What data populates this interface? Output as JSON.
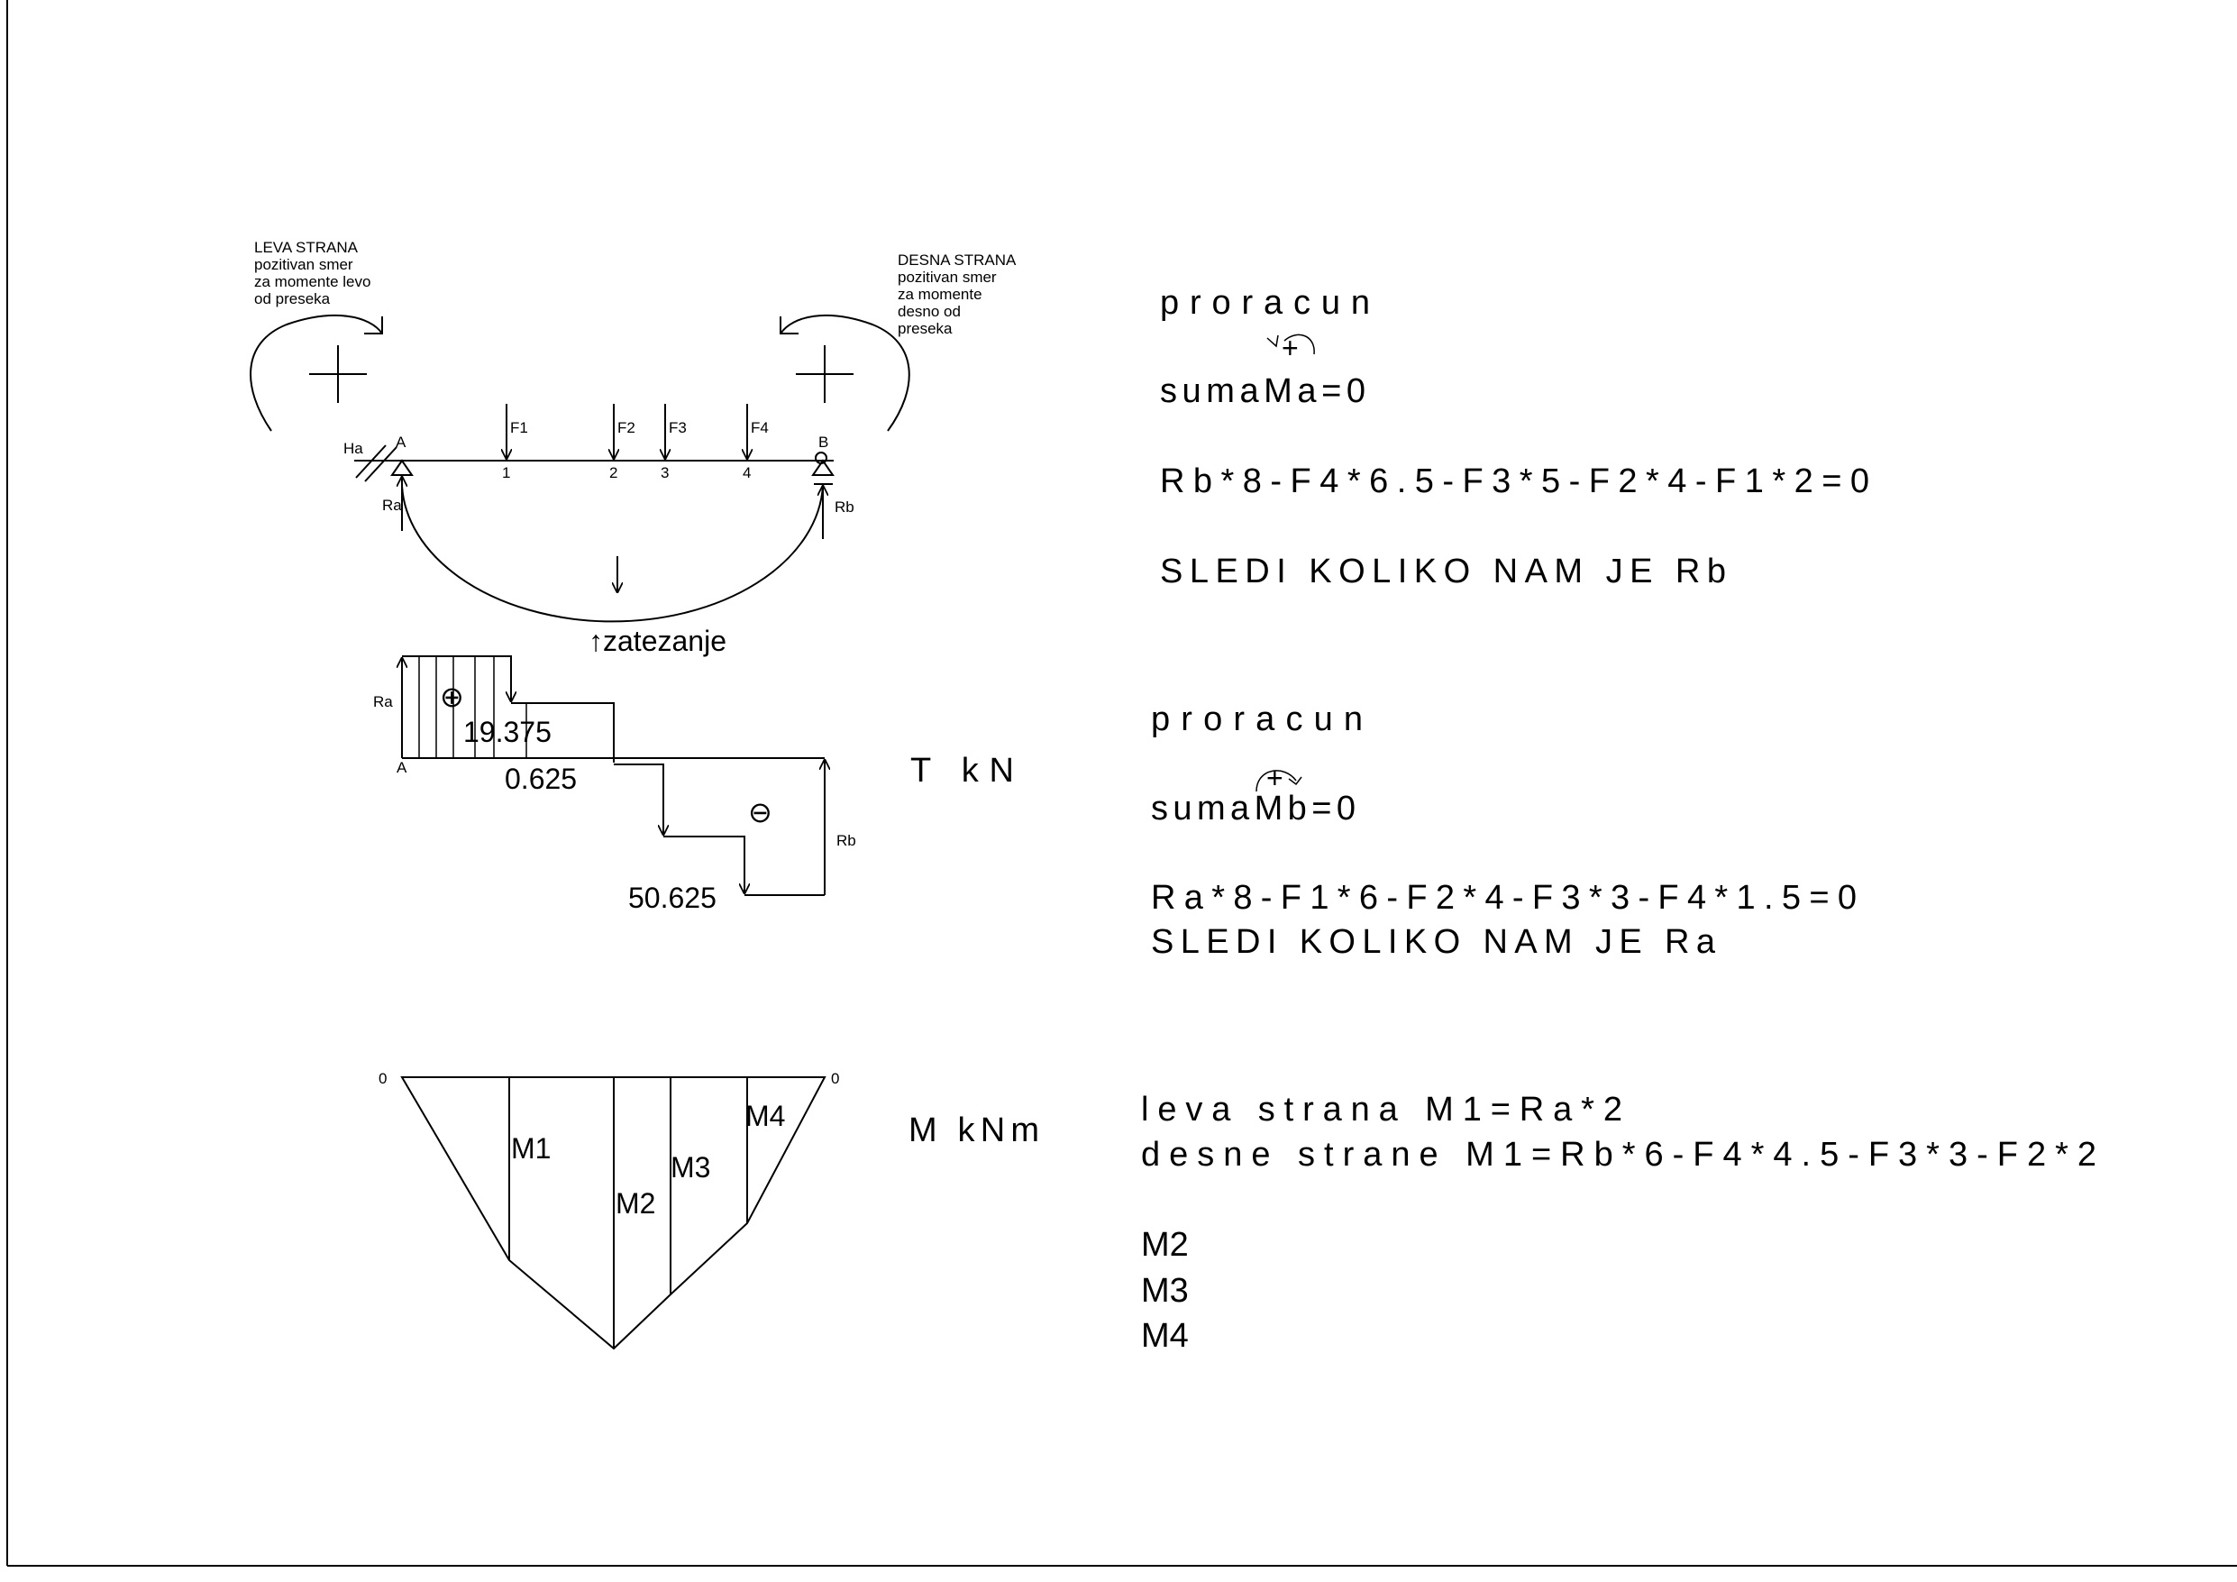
{
  "beam_diagram": {
    "left_note": [
      "LEVA STRANA",
      "pozitivan smer",
      "za momente levo",
      "od preseka"
    ],
    "right_note": [
      "DESNA STRANA",
      "pozitivan smer",
      "za momente",
      "desno od",
      "preseka"
    ],
    "support_a": "A",
    "support_b": "B",
    "horizontal_reaction": "Ha",
    "reaction_a": "Ra",
    "reaction_b": "Rb",
    "forces": [
      "F1",
      "F2",
      "F3",
      "F4"
    ],
    "points": [
      "1",
      "2",
      "3",
      "4"
    ],
    "tension_label": "↑zatezanje"
  },
  "shear_diagram": {
    "title": "T kN",
    "support_a": "A",
    "reaction_a": "Ra",
    "reaction_b": "Rb",
    "plus_sign": "⊕",
    "minus_sign": "⊖",
    "values": [
      "19.375",
      "0.625",
      "50.625"
    ]
  },
  "moment_diagram": {
    "title": "M kNm",
    "end_left": "0",
    "end_right": "0",
    "labels": [
      "M1",
      "M2",
      "M3",
      "M4"
    ]
  },
  "calculations": {
    "block1": {
      "heading": "proracun",
      "sign": "+",
      "sum": "sumaMa=0",
      "equation": "Rb*8-F4*6.5-F3*5-F2*4-F1*2=0",
      "conclusion": "SLEDI KOLIKO NAM JE Rb"
    },
    "block2": {
      "heading": "proracun",
      "sign": "+",
      "sum": "sumaMb=0",
      "equation": "Ra*8-F1*6-F2*4-F3*3-F4*1.5=0",
      "conclusion": "SLEDI KOLIKO NAM JE Ra"
    },
    "block3": {
      "left": "leva strana M1=Ra*2",
      "right": "desne strane M1=Rb*6-F4*4.5-F3*3-F2*2",
      "rest": [
        "M2",
        "M3",
        "M4"
      ]
    }
  }
}
